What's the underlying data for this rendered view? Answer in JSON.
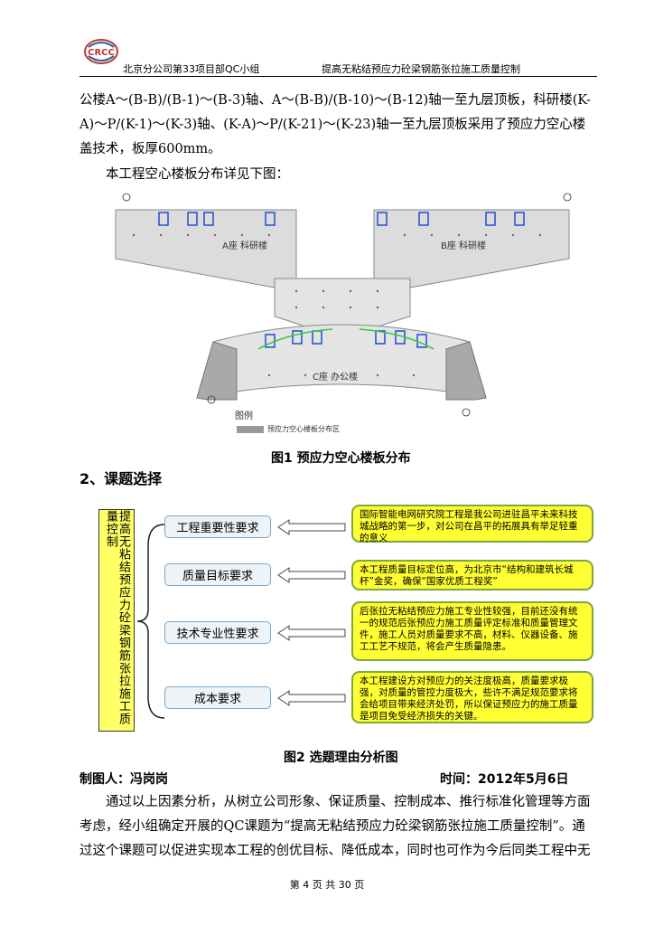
{
  "header": {
    "left_text": "北京分公司第33项目部QC小组",
    "right_text": "提高无粘结预应力砼梁钢筋张拉施工质量控制",
    "logo_text": "CRCC"
  },
  "intro": {
    "paragraph": "公楼A～(B-B)/(B-1)～(B-3)轴、A～(B-B)/(B-10)～(B-12)轴一至九层顶板，科研楼(K-A)～P/(K-1)～(K-3)轴、(K-A)～P/(K-21)～(K-23)轴一至九层顶板采用了预应力空心楼盖技术，板厚600mm。",
    "figure_intro": "本工程空心楼板分布详见下图："
  },
  "figure1": {
    "caption": "图1 预应力空心楼板分布",
    "labels": {
      "a": "A座 科研楼",
      "b": "B座 科研楼",
      "c": "C座 办公楼",
      "legend_title": "图例",
      "legend_text": "预应力空心楼板分布区"
    }
  },
  "section": {
    "title": "2、课题选择"
  },
  "figure2": {
    "topic": "提高无粘结预应力砼梁钢筋张拉施工质量控制",
    "requirements": [
      "工程重要性要求",
      "质量目标要求",
      "技术专业性要求",
      "成本要求"
    ],
    "reasons": [
      "国际智能电网研究院工程是我公司进驻昌平未来科技城战略的第一步，对公司在昌平的拓展具有举足轻重的意义",
      "本工程质量目标定位高，为北京市“结构和建筑长城杯”金奖，确保“国家优质工程奖”",
      "后张拉无粘结预应力施工专业性较强，目前还没有统一的规范后张预应力施工质量评定标准和质量管理文件，施工人员对质量要求不高，材料、仪器设备、施工工艺不规范，将会产生质量隐患。",
      "本工程建设方对预应力的关注度极高，质量要求极强，对质量的管控力度极大，些许不满足规范要求将会给项目带来经济处罚，所以保证预应力的施工质量是项目免受经济损失的关键。"
    ],
    "caption": "图2 选题理由分析图"
  },
  "meta": {
    "author": "制图人：冯岗岗",
    "date": "时间：2012年5月6日"
  },
  "conclusion": {
    "paragraph": "通过以上因素分析，从树立公司形象、保证质量、控制成本、推行标准化管理等方面考虑，经小组确定开展的QC课题为“提高无粘结预应力砼梁钢筋张拉施工质量控制”。通过这个课题可以促进实现本工程的创优目标、降低成本，同时也可作为今后同类工程中无"
  },
  "footer": {
    "page": "第 4 页 共 30 页"
  }
}
